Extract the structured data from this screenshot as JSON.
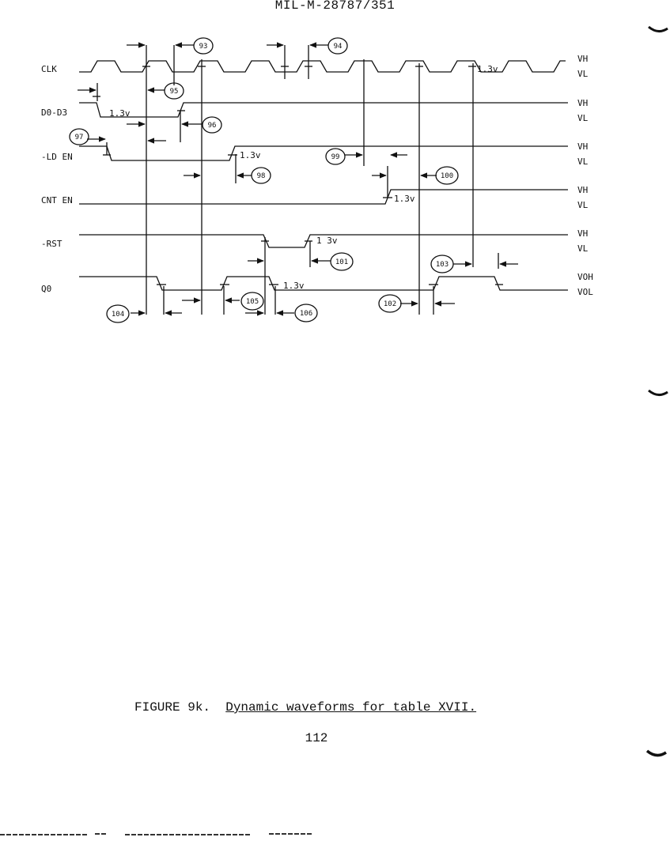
{
  "header": {
    "doc_number": "MIL-M-28787/351"
  },
  "signals": [
    {
      "id": "clk",
      "name": "CLK",
      "high": "VH",
      "low": "VL"
    },
    {
      "id": "d0d3",
      "name": "D0-D3",
      "high": "VH",
      "low": "VL"
    },
    {
      "id": "ld",
      "name": "-LD EN",
      "high": "VH",
      "low": "VL"
    },
    {
      "id": "cnt",
      "name": "CNT EN",
      "high": "VH",
      "low": "VL"
    },
    {
      "id": "rst",
      "name": "-RST",
      "high": "VH",
      "low": "VL"
    },
    {
      "id": "q0",
      "name": "Q0",
      "high": "VOH",
      "low": "VOL"
    }
  ],
  "threshold_label": "1.3v",
  "threshold_label_short": "1 3v",
  "threshold_label_cnt": "1.3v",
  "threshold_label_clk": "1.3v",
  "timing_params": [
    "93",
    "94",
    "95",
    "96",
    "97",
    "98",
    "99",
    "100",
    "101",
    "102",
    "103",
    "104",
    "105",
    "106"
  ],
  "caption": {
    "figure": "FIGURE 9k.",
    "title": "Dynamic waveforms for table XVII."
  },
  "page_number": "112"
}
